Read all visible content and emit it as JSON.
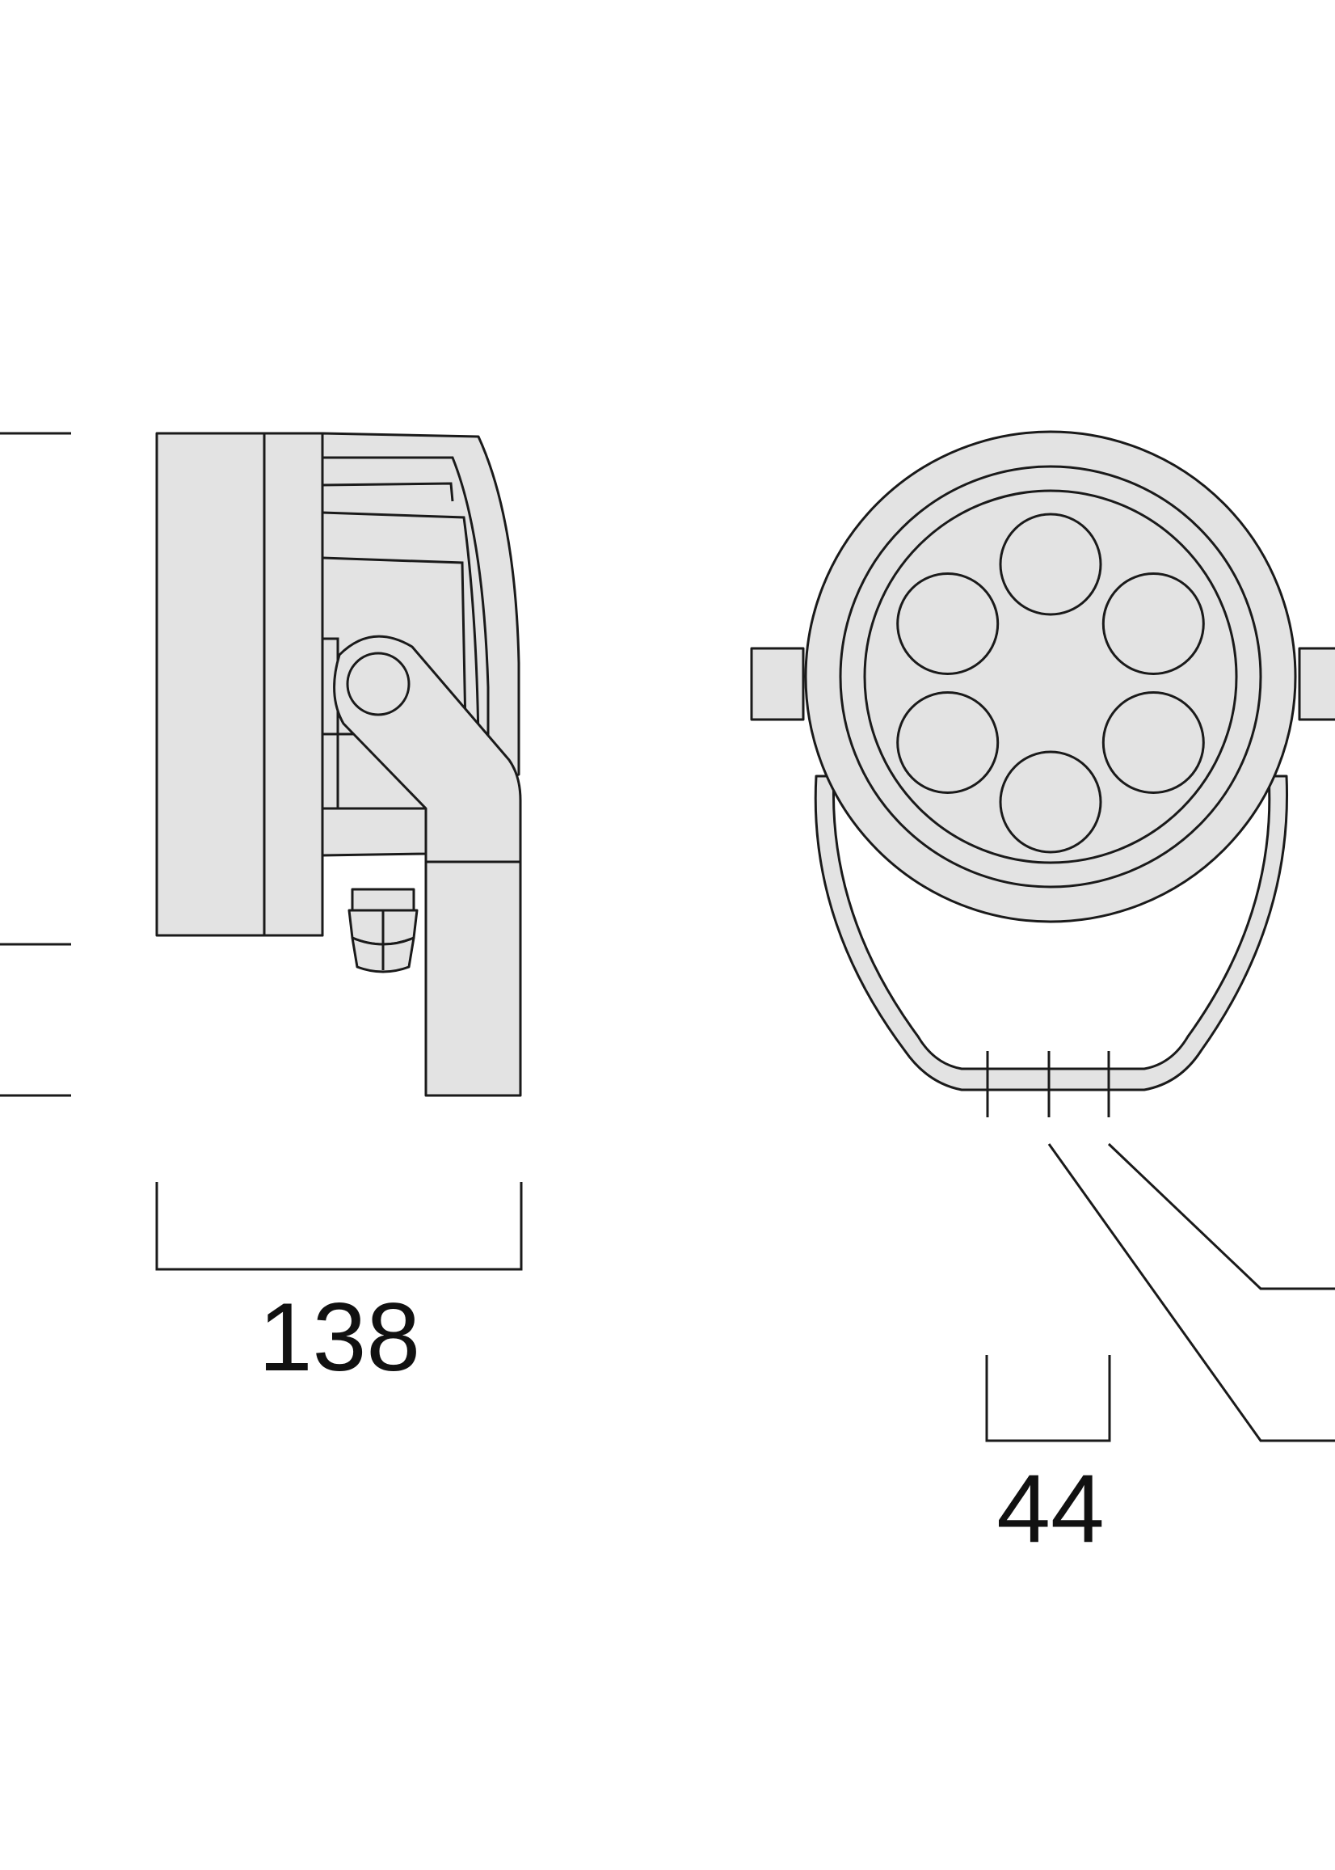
{
  "colors": {
    "body_fill": "#e3e3e3",
    "line": "#1a1a1a"
  },
  "dimensions": {
    "side_width": "138",
    "mount_spacing": "44"
  },
  "led_count": 6
}
